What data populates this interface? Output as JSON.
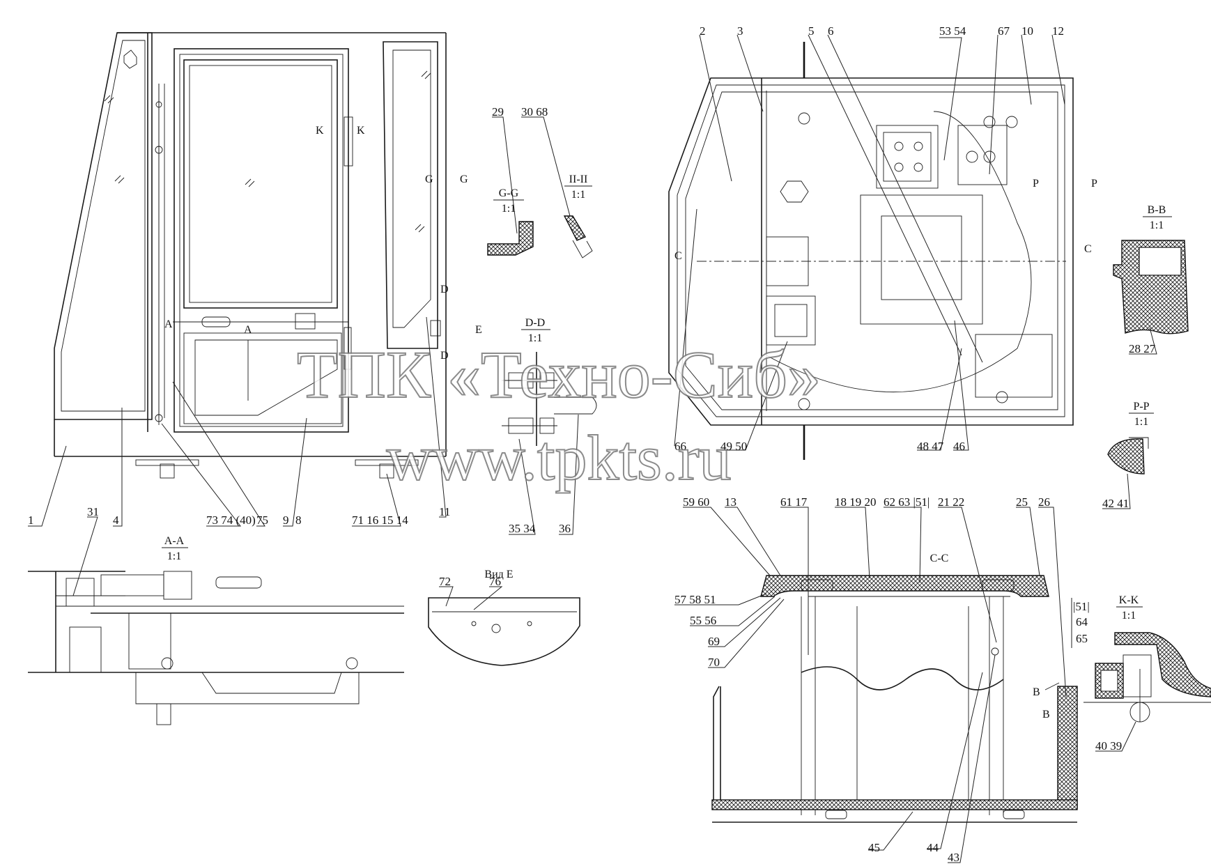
{
  "watermark": {
    "company": "ТПК «Техно-Сиб»",
    "site": "www.tpkts.ru"
  },
  "callouts": {
    "left_view": [
      "1",
      "4",
      "73 74 (40)",
      "75",
      "9",
      "8",
      "71 16 15 14",
      "11",
      "35 34",
      "36"
    ],
    "plan_view": [
      "2",
      "3",
      "5",
      "6",
      "53 54",
      "67",
      "10",
      "12",
      "66",
      "49 50",
      "48 47",
      "46"
    ],
    "plan_marks": [
      "C",
      "C",
      "P",
      "P"
    ],
    "aa_view": [
      "31"
    ],
    "view_e": [
      "72",
      "76"
    ],
    "cc_view": [
      "59 60",
      "13",
      "61 17",
      "18 19 20",
      "62 63 |51|",
      "21 22",
      "25",
      "26",
      "57 58 51",
      "55 56",
      "69",
      "70",
      "|51|",
      "64",
      "65",
      "B",
      "B",
      "45",
      "44",
      "43"
    ],
    "gg_view": [
      "29"
    ],
    "ii_view": [
      "30 68"
    ],
    "bb_view": [
      "28 27"
    ],
    "pp_view": [
      "42 41"
    ],
    "kk_view": [
      "40 39"
    ]
  },
  "section_marks": {
    "k_left": "K",
    "k_right": "K",
    "g_left": "G",
    "g_right": "G",
    "a_left": "A",
    "a_right": "A",
    "d_top": "D",
    "d_bottom": "D",
    "e_arrow": "E"
  },
  "section_titles": {
    "gg": "G-G",
    "gg_scale": "1:1",
    "ii": "II-II",
    "ii_scale": "1:1",
    "dd": "D-D",
    "dd_scale": "1:1",
    "aa": "A-A",
    "aa_scale": "1:1",
    "view_e": "Вид Е",
    "bb": "B-B",
    "bb_scale": "1:1",
    "pp": "P-P",
    "pp_scale": "1:1",
    "cc": "C-C",
    "kk": "K-K",
    "kk_scale": "1:1"
  },
  "colors": {
    "line": "#1a1a1a",
    "paper": "#ffffff",
    "watermark_outline": "#777777"
  }
}
